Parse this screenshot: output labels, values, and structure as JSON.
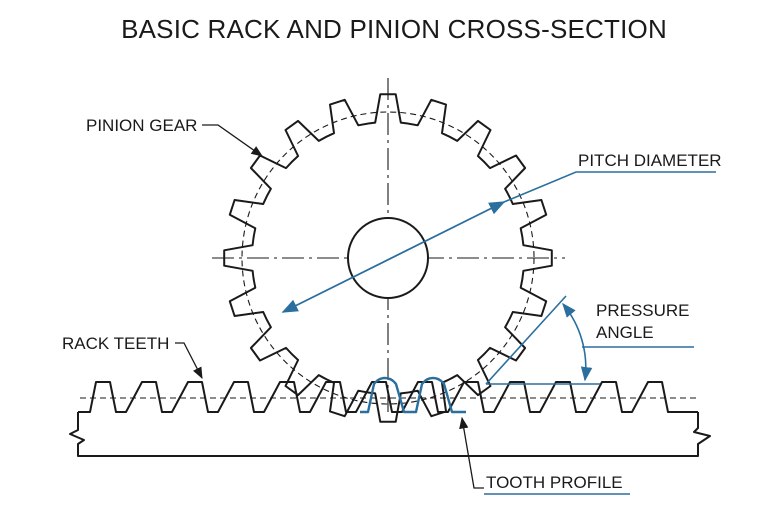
{
  "title": "BASIC RACK AND PINION CROSS-SECTION",
  "labels": {
    "pinion_gear": "PINION GEAR",
    "pitch_diameter": "PITCH DIAMETER",
    "pressure_angle_line1": "PRESSURE",
    "pressure_angle_line2": "ANGLE",
    "rack_teeth": "RACK TEETH",
    "tooth_profile": "TOOTH PROFILE"
  },
  "colors": {
    "ink": "#1a1a1a",
    "accent": "#2a6f9e",
    "background": "#ffffff"
  },
  "pinion": {
    "tooth_count": 20
  },
  "rack": {
    "tooth_count": 13
  }
}
